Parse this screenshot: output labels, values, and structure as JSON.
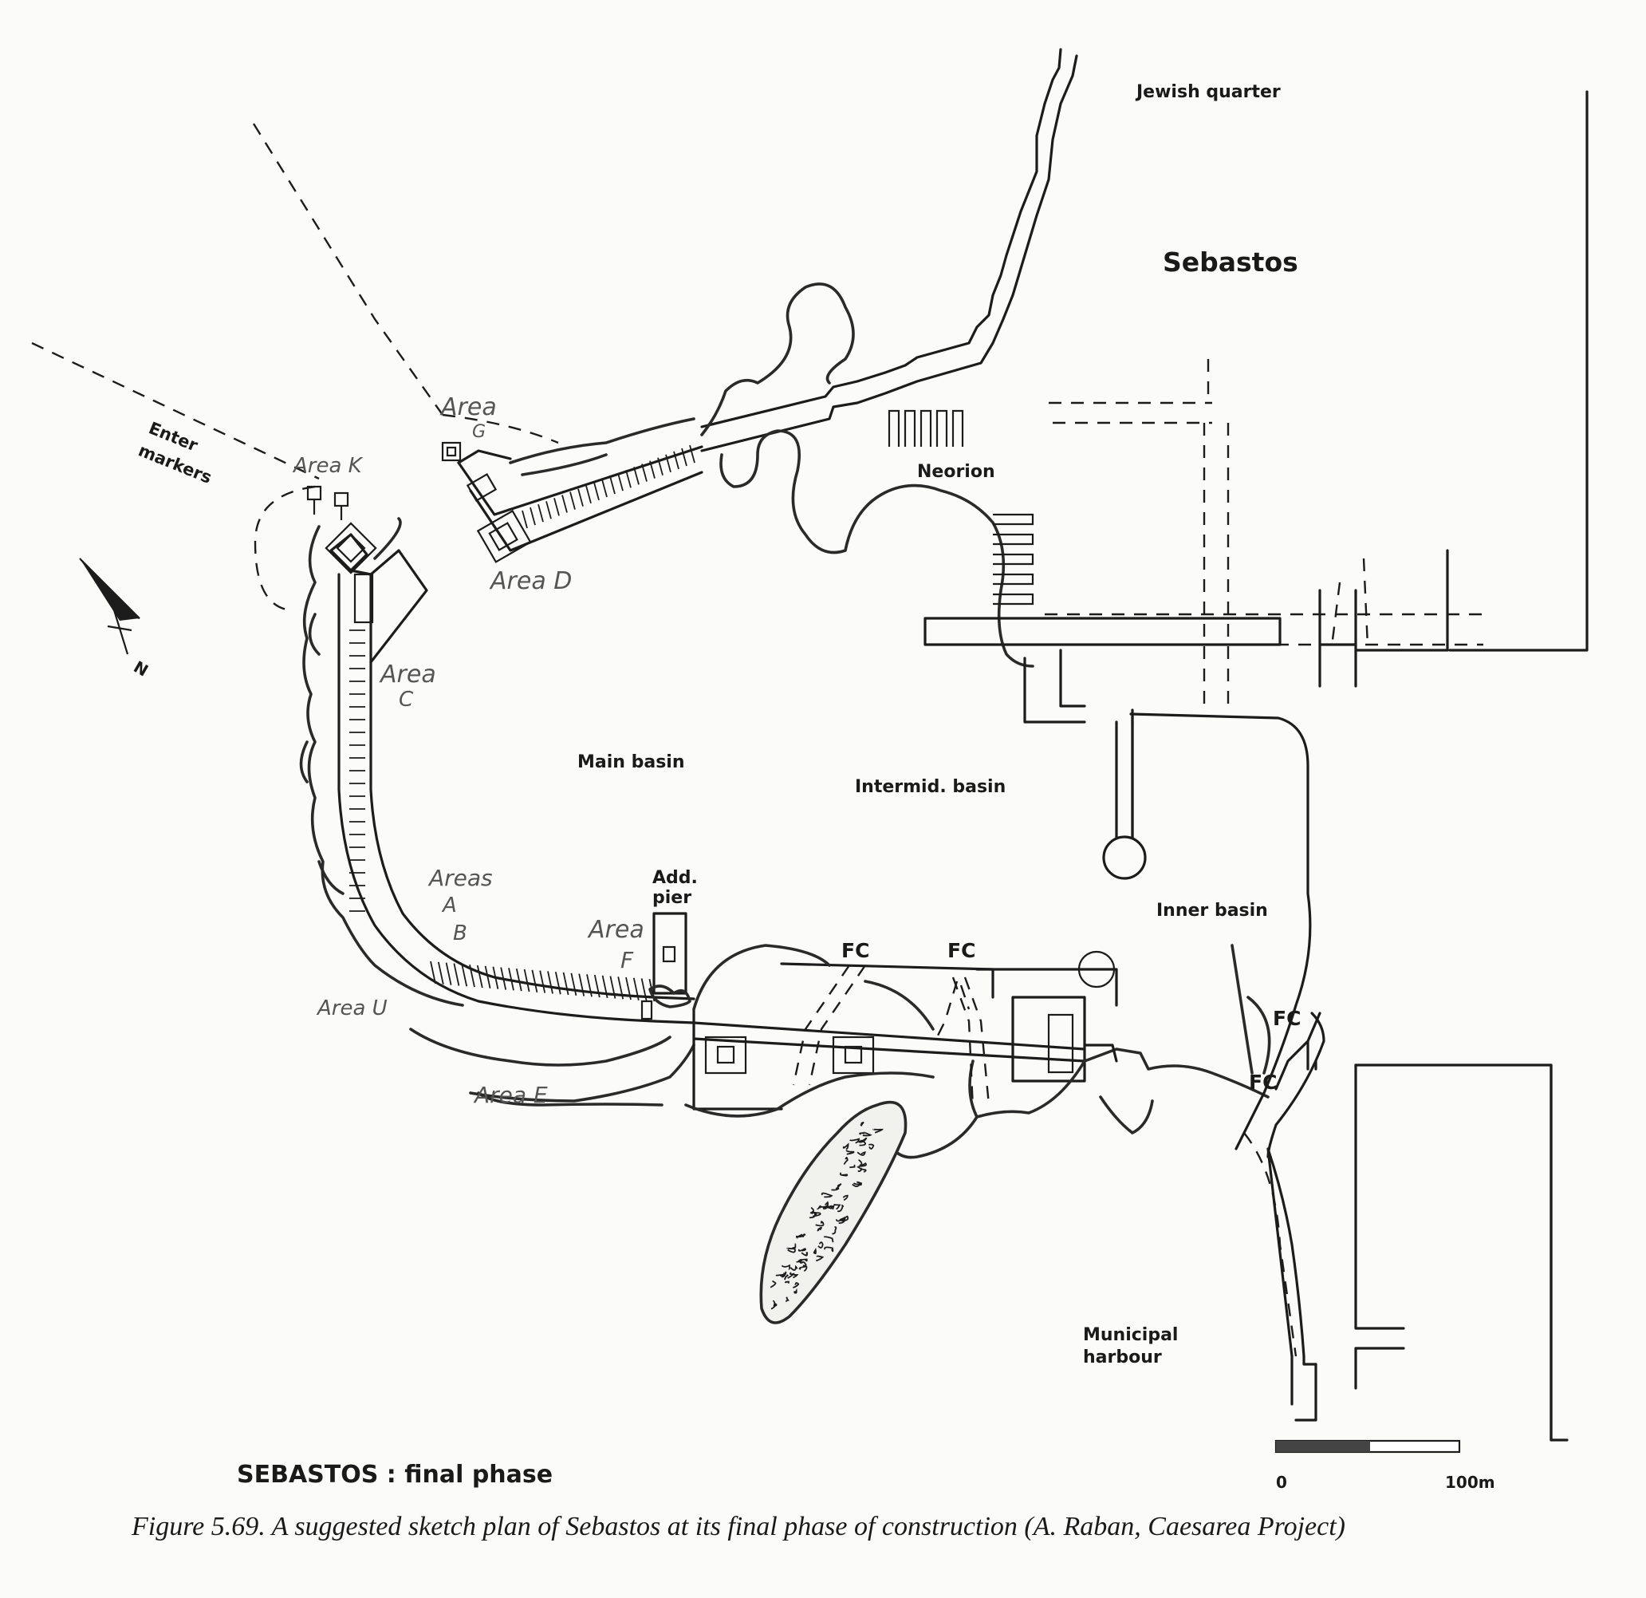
{
  "labels": {
    "jewish_quarter": "Jewish quarter",
    "sebastos": "Sebastos",
    "neorion": "Neorion",
    "main_basin": "Main basin",
    "intermid_basin": "Intermid. basin",
    "inner_basin": "Inner basin",
    "add_pier_1": "Add.",
    "add_pier_2": "pier",
    "fc": "FC",
    "municipal_1": "Municipal",
    "municipal_2": "harbour",
    "enter_1": "Enter",
    "enter_2": "markers",
    "north": "N",
    "title": "SEBASTOS : final phase"
  },
  "handwritten": {
    "area_g_1": "Area",
    "area_g_2": "G",
    "area_k": "Area K",
    "area_d": "Area D",
    "area_c_1": "Area",
    "area_c_2": "C",
    "areas_ab_1": "Areas",
    "areas_ab_2": "A",
    "areas_ab_3": "B",
    "area_f_1": "Area",
    "area_f_2": "F",
    "area_u": "Area U",
    "area_e": "Area E"
  },
  "scale": {
    "zero": "0",
    "max": "100m"
  },
  "caption": "Figure 5.69. A suggested sketch plan of Sebastos at its final phase of construction (A. Raban, Caesarea Project)"
}
